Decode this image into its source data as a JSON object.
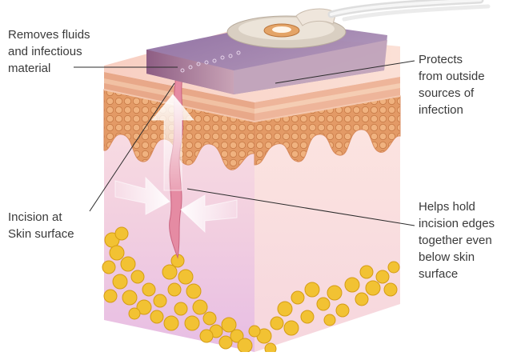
{
  "labels": {
    "removes": "Removes fluids\nand infectious\nmaterial",
    "protects": "Protects\nfrom outside\nsources of\ninfection",
    "incision": "Incision at\nSkin surface",
    "helps": "Helps hold\nincision edges\ntogether even\nbelow skin\nsurface"
  },
  "colors": {
    "text": "#3a3a3a",
    "leader_line": "#2b2b2b",
    "skin_front": "#f3cdd6",
    "skin_side": "#f8dcd6",
    "dermis": "#e59f6c",
    "epidermis": "#e8a889",
    "fat": "#f2c233",
    "dressing": "#7b5f90",
    "port": "#e3d9cf"
  }
}
